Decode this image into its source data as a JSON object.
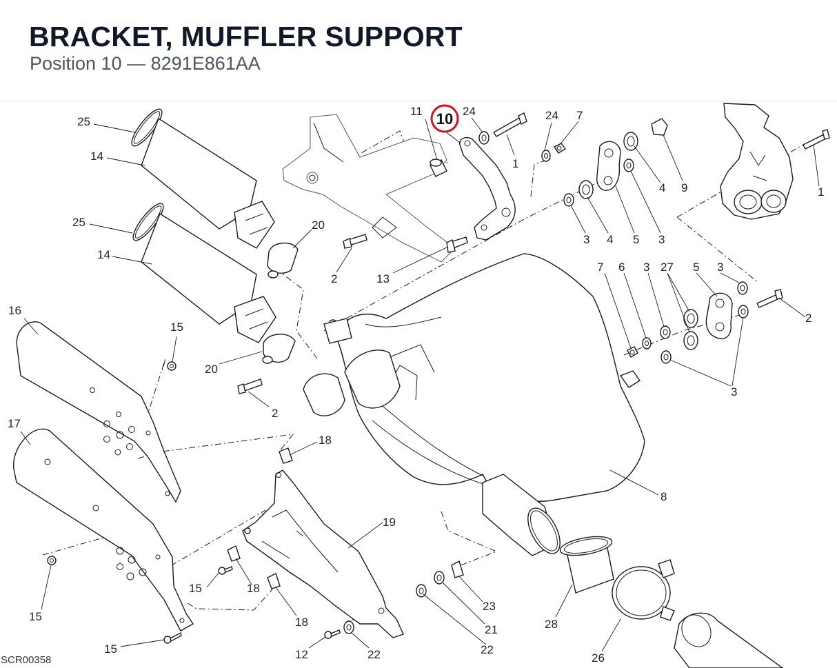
{
  "header": {
    "title": "BRACKET, MUFFLER SUPPORT",
    "subtitle_position": "Position 10",
    "subtitle_sep": "—",
    "subtitle_part": "8291E861AA"
  },
  "drawing_code": "SCR00358",
  "highlight": {
    "label": "10",
    "color": "#d0141e"
  },
  "callouts": {
    "c25a": "25",
    "c14a": "14",
    "c25b": "25",
    "c14b": "14",
    "c20a": "20",
    "c20b": "20",
    "c16": "16",
    "c15a": "15",
    "c17": "17",
    "c15b": "15",
    "c15c": "15",
    "c15d": "15",
    "c2a": "2",
    "c2b": "2",
    "c13": "13",
    "c11": "11",
    "c24a": "24",
    "c24b": "24",
    "c7a": "7",
    "c1a": "1",
    "c4a": "4",
    "c9": "9",
    "c1b": "1",
    "c3a": "3",
    "c4b": "4",
    "c5a": "5",
    "c3b": "3",
    "c7b": "7",
    "c6": "6",
    "c3c": "3",
    "c27": "27",
    "c5b": "5",
    "c3d": "3",
    "c2c": "2",
    "c3e": "3",
    "c8": "8",
    "c18a": "18",
    "c19": "19",
    "c18b": "18",
    "c18c": "18",
    "c23": "23",
    "c21": "21",
    "c22a": "22",
    "c22b": "22",
    "c12": "12",
    "c28": "28",
    "c26": "26"
  }
}
